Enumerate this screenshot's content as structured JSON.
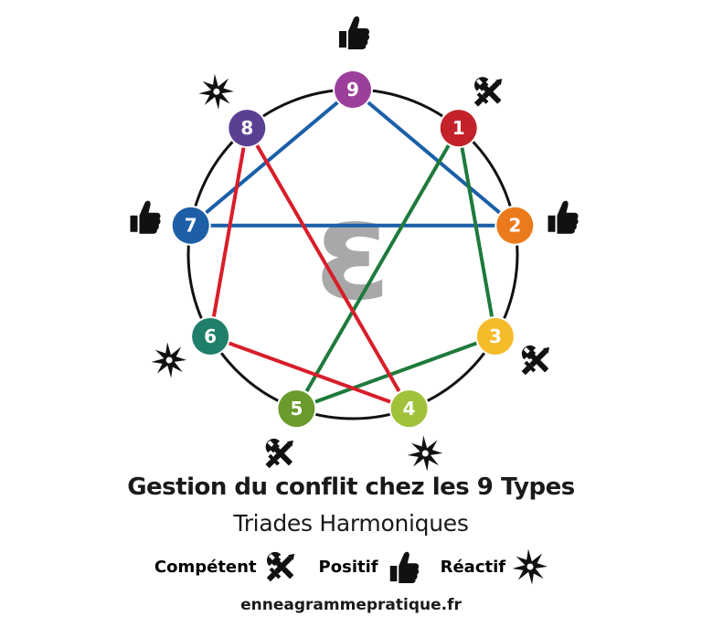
{
  "title": "Gestion du conflit chez les 9 Types",
  "subtitle": "Triades Harmoniques",
  "center_logo": "ε",
  "website": "enneagrammepratique.fr",
  "legend": [
    {
      "label": "Compétent",
      "color": "#1e7a3c",
      "icon": "tools-icon"
    },
    {
      "label": "Positif",
      "color": "#1a5fa8",
      "icon": "thumbs-up-icon"
    },
    {
      "label": "Réactif",
      "color": "#d81e2a",
      "icon": "shuriken-icon"
    }
  ],
  "nodes": [
    {
      "label": "9",
      "color": "#9b3f9b",
      "group": "Positif",
      "icon": "thumbs-up-icon"
    },
    {
      "label": "1",
      "color": "#c3222a",
      "group": "Compétent",
      "icon": "tools-icon"
    },
    {
      "label": "2",
      "color": "#ea7a1c",
      "group": "Positif",
      "icon": "thumbs-up-icon"
    },
    {
      "label": "3",
      "color": "#f5bb2a",
      "group": "Compétent",
      "icon": "tools-icon"
    },
    {
      "label": "4",
      "color": "#9fc23a",
      "group": "Réactif",
      "icon": "shuriken-icon"
    },
    {
      "label": "5",
      "color": "#6b9a2e",
      "group": "Compétent",
      "icon": "tools-icon"
    },
    {
      "label": "6",
      "color": "#1f7f6a",
      "group": "Réactif",
      "icon": "shuriken-icon"
    },
    {
      "label": "7",
      "color": "#1c5fa6",
      "group": "Positif",
      "icon": "thumbs-up-icon"
    },
    {
      "label": "8",
      "color": "#5b3f93",
      "group": "Réactif",
      "icon": "shuriken-icon"
    }
  ],
  "triads": [
    {
      "group": "Positif",
      "color": "#1a5fa8",
      "points": [
        "9",
        "2",
        "7"
      ]
    },
    {
      "group": "Compétent",
      "color": "#1e7a3c",
      "points": [
        "1",
        "3",
        "5"
      ]
    },
    {
      "group": "Réactif",
      "color": "#d81e2a",
      "points": [
        "8",
        "4",
        "6"
      ]
    }
  ],
  "colors": {
    "circle": "#111111",
    "logo": "#a8a8a8",
    "icon": "#111111"
  }
}
